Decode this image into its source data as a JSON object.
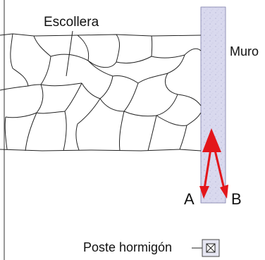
{
  "labels": {
    "escollera": "Escollera",
    "muro": "Muro",
    "point_a": "A",
    "point_b": "B",
    "poste": "Poste hormigón"
  },
  "colors": {
    "arrow": "#e3161b",
    "wall_fill": "#d8d8ec",
    "line": "#222222"
  }
}
